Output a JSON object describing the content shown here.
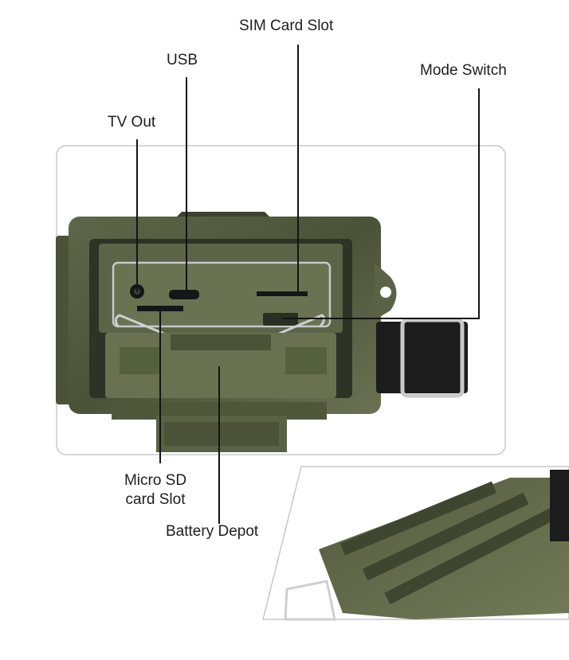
{
  "labels": {
    "sim_card_slot": "SIM Card Slot",
    "usb": "USB",
    "mode_switch": "Mode Switch",
    "tv_out": "TV Out",
    "micro_sd_line1": "Micro SD",
    "micro_sd_line2": "card Slot",
    "battery_depot": "Battery Depot"
  },
  "colors": {
    "camo_dark": "#3a4230",
    "camo_mid": "#5b6346",
    "camo_light": "#7c8262",
    "panel_border": "#c8c8c8",
    "leader_line": "#141414"
  }
}
